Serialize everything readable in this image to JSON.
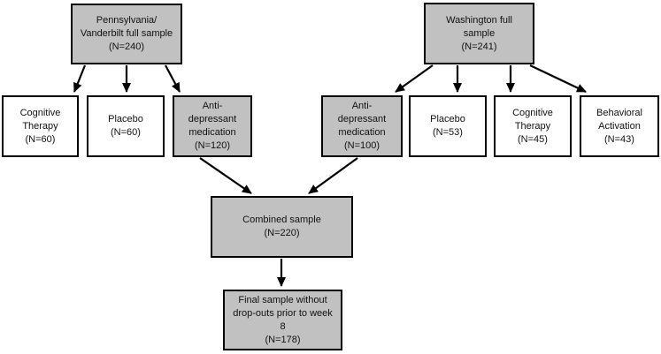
{
  "colors": {
    "canvas_bg": "#ffffff",
    "highlight_fill": "#c1c1c1",
    "plain_fill": "#ffffff",
    "border": "#000000",
    "arrow": "#000000",
    "text": "#111111"
  },
  "diagram": {
    "boxes": {
      "pa_full_sample": {
        "label": "Pennsylvania/\nVanderbilt full sample\n(N=240)",
        "emphasis": "gray",
        "n": 240
      },
      "wa_full_sample": {
        "label": "Washington full\nsample\n(N=241)",
        "emphasis": "gray",
        "n": 241
      },
      "pa_cognitive_therapy": {
        "label": "Cognitive\nTherapy\n(N=60)",
        "emphasis": "white",
        "n": 60
      },
      "pa_placebo": {
        "label": "Placebo\n(N=60)",
        "emphasis": "white",
        "n": 60
      },
      "pa_antidepressant": {
        "label": "Anti-\ndepressant\nmedication\n(N=120)",
        "emphasis": "gray",
        "n": 120
      },
      "wa_antidepressant": {
        "label": "Anti-\ndepressant\nmedication\n(N=100)",
        "emphasis": "gray",
        "n": 100
      },
      "wa_placebo": {
        "label": "Placebo\n(N=53)",
        "emphasis": "white",
        "n": 53
      },
      "wa_cognitive_therapy": {
        "label": "Cognitive\nTherapy\n(N=45)",
        "emphasis": "white",
        "n": 45
      },
      "wa_behavioral_activation": {
        "label": "Behavioral\nActivation\n(N=43)",
        "emphasis": "white",
        "n": 43
      },
      "combined_sample": {
        "label": "Combined sample\n(N=220)",
        "emphasis": "gray",
        "n": 220
      },
      "final_sample": {
        "label": "Final sample without\ndrop-outs prior to week\n8\n(N=178)",
        "emphasis": "gray",
        "n": 178
      }
    }
  }
}
